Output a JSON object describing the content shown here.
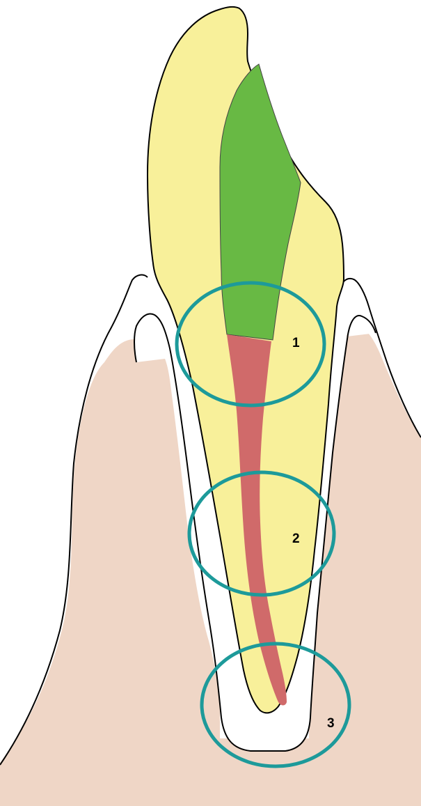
{
  "diagram": {
    "colors": {
      "background": "#ffffff",
      "bone": "#efd6c6",
      "tooth": "#f8f09a",
      "pulp_chamber": "#68b944",
      "root_canal": "#d06a6a",
      "highlight_circle": "#1d9a9a",
      "outline": "#000000"
    },
    "regions": [
      {
        "id": 1,
        "label": "1"
      },
      {
        "id": 2,
        "label": "2"
      },
      {
        "id": 3,
        "label": "3"
      }
    ]
  }
}
